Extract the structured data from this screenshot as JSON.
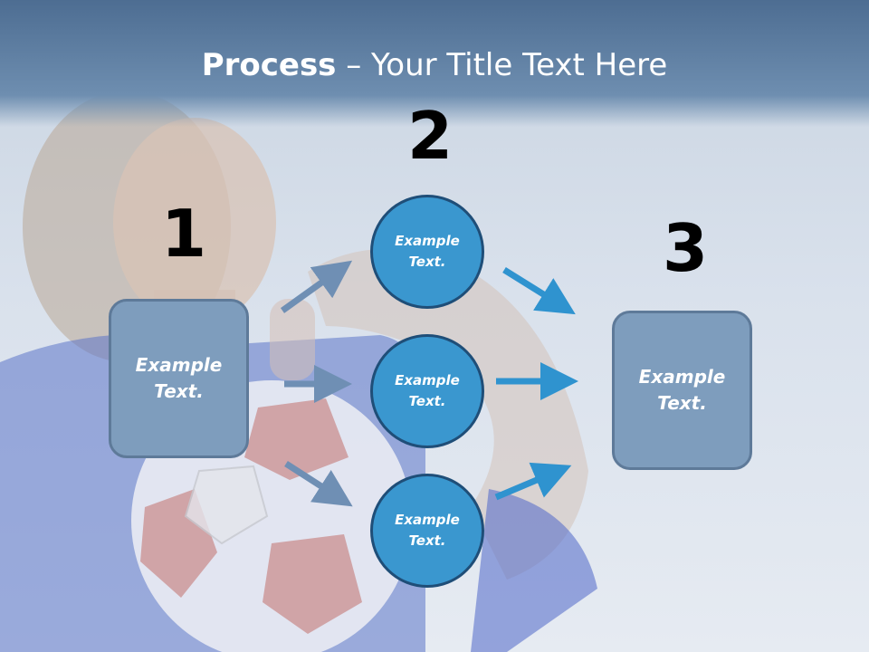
{
  "title": {
    "bold": "Process",
    "rest": " – Your Title Text Here"
  },
  "steps": [
    {
      "number": "1",
      "label": "Example\nText."
    },
    {
      "number": "2",
      "items": [
        "Example\nText.",
        "Example\nText.",
        "Example\nText."
      ]
    },
    {
      "number": "3",
      "label": "Example\nText."
    }
  ],
  "colors": {
    "box_fill": "#7e9dbd",
    "circle_fill": "#3a97cf",
    "arrow_left": "#6f8fb4",
    "arrow_right": "#2f93cf",
    "title_bar": "#5a7ba0"
  }
}
